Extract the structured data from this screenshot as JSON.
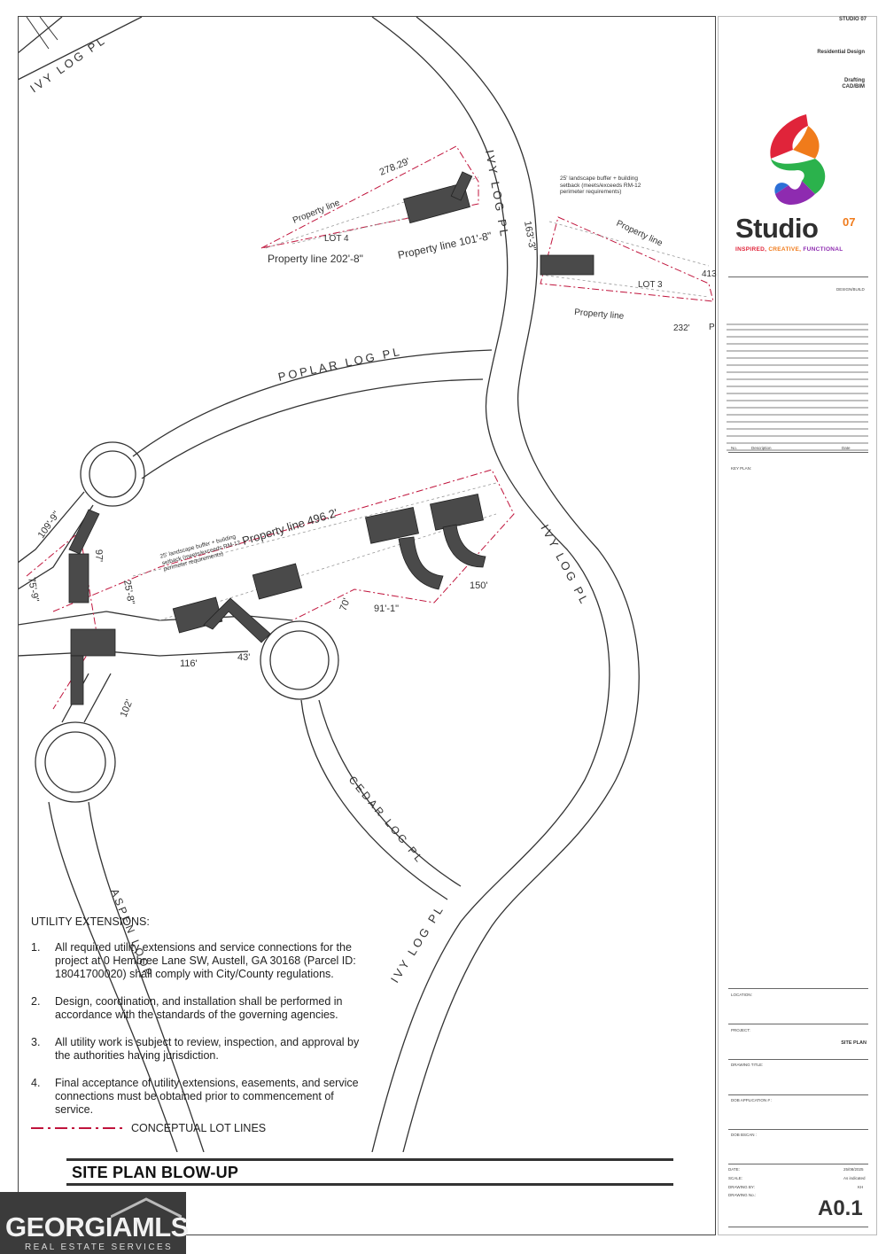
{
  "plan": {
    "streets": [
      "IVY LOG PL",
      "IVY LOG PL",
      "IVY LOG PL",
      "IVY LOG PL",
      "POPLAR LOG PL",
      "CEDAR LOG PL",
      "ASPEN LOOP"
    ],
    "lots": [
      "LOT 4",
      "LOT 3"
    ],
    "property_lines": {
      "lot4_top": "278.29'",
      "lot4_line": "Property line",
      "lot4_bottom_left": "Property line 202'-8\"",
      "lot4_bottom_right": "Property line 101'-8\"",
      "lot3_vertical": "163'-3\"",
      "lot3_line": "Property line",
      "lot3_right": "413",
      "lot3_bottom": "Property line",
      "lot3_bottom_dim": "232'",
      "lot3_p": "P",
      "mid_line": "Property line 496.2'"
    },
    "dimensions": [
      "109'-9\"",
      "97'",
      "25'-8\"",
      "75'-9\"",
      "116'",
      "43'",
      "70'",
      "91'-1\"",
      "150'",
      "102'"
    ],
    "buffer_note_top": "25' landscape buffer + building setback (meets/exceeds RM-12 perimeter requirements)",
    "buffer_note_left": "25' landscape buffer + building setback (meets/exceeds RM-12 perimeter requirements)"
  },
  "notes": {
    "title": "UTILITY EXTENSIONS:",
    "items": [
      {
        "num": "1.",
        "text": "All required utility extensions and service connections for the project at    0 Hembree Lane SW, Austell, GA 30168 (Parcel ID: 18041700020) shall comply with City/County regulations."
      },
      {
        "num": "2.",
        "text": "Design, coordination, and installation shall be performed in accordance with the standards of the governing agencies."
      },
      {
        "num": "3.",
        "text": "All utility work is subject to review, inspection, and approval by the authorities having jurisdiction."
      },
      {
        "num": "4.",
        "text": "Final acceptance of utility extensions, easements, and service connections must be obtained prior to commencement of service."
      }
    ],
    "legend": "CONCEPTUAL LOT LINES"
  },
  "banner": "SITE PLAN BLOW-UP",
  "title_block": {
    "studio_code": "STUDIO 07",
    "service1": "Residential Design",
    "service2_line1": "Drafting",
    "service2_line2": "CAD/BIM",
    "brand_name": "Studio",
    "brand_sup": "07",
    "tagline_a": "INSPIRED, ",
    "tagline_b": "CREATIVE, ",
    "tagline_c": "FUNCTIONAL",
    "design_build": "DESIGN/BUILD",
    "col_no": "No.",
    "col_desc": "Description",
    "col_date": "Date",
    "key_plan": "KEY PLAN:",
    "location": "LOCATION:",
    "project": "PROJECT:",
    "project_value": "SITE PLAN",
    "drawing_title": "DRAWING TITLE:",
    "dob_app": "DOB APPLICATION # :",
    "dob_bscan": "DOB BSCAN :",
    "date_lbl": "DATE:",
    "date_val": "25/08/2025",
    "scale_lbl": "SCALE:",
    "scale_val": "As indicated",
    "drawn_lbl": "DRAWING BY:",
    "drawn_val": "KH",
    "dwgno_lbl": "DRAWING No.:",
    "sheet_number": "A0.1"
  },
  "watermark": {
    "name": "GEORGIAMLS",
    "sub": "REAL ESTATE SERVICES"
  },
  "colors": {
    "lot_line": "#c0143c",
    "building": "#4a4a4a",
    "road": "#333333",
    "accent_orange": "#f07b1b",
    "accent_green": "#2bb24c",
    "accent_purple": "#8e2bb0"
  }
}
